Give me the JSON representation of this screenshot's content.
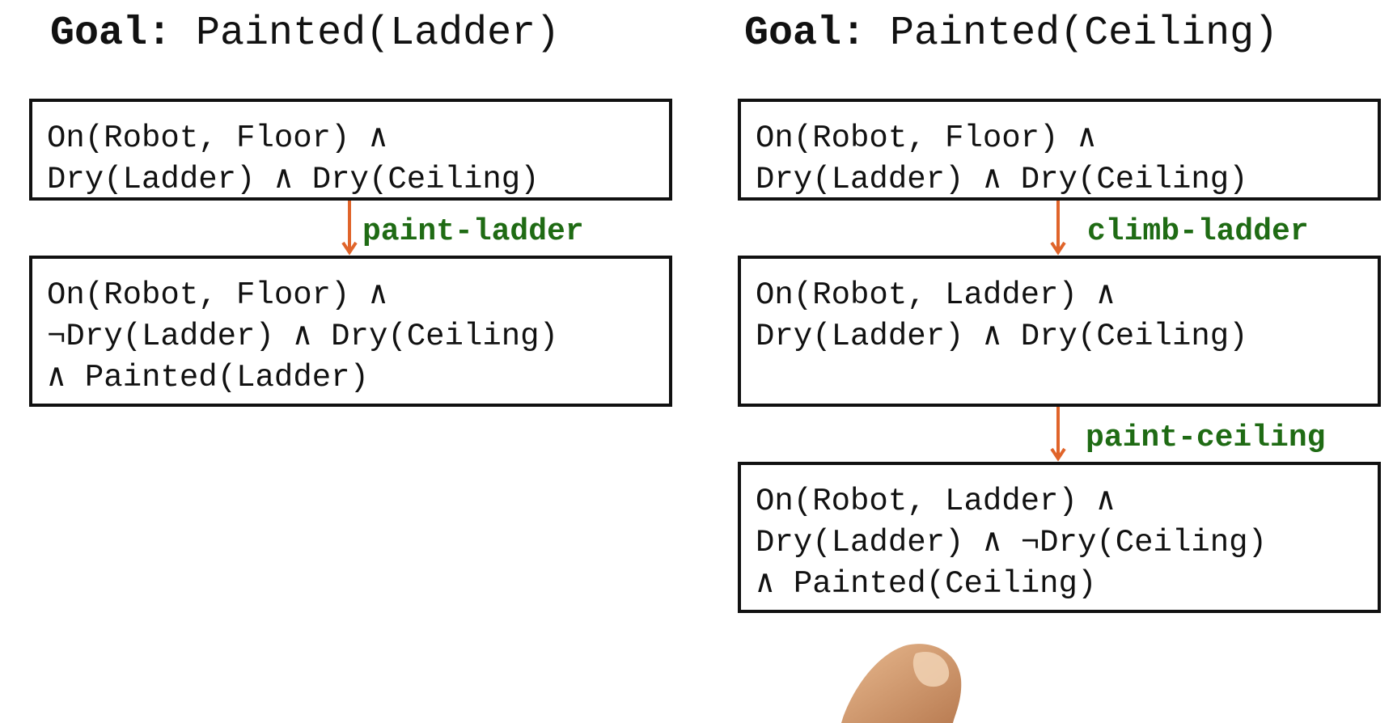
{
  "left_plan": {
    "goal_label": "Goal:",
    "goal_value": "Painted(Ladder)",
    "states": [
      {
        "lines": [
          "On(Robot, Floor) ∧",
          "Dry(Ladder) ∧ Dry(Ceiling)"
        ]
      },
      {
        "lines": [
          "On(Robot, Floor) ∧",
          "¬Dry(Ladder) ∧ Dry(Ceiling)",
          "∧ Painted(Ladder)"
        ]
      }
    ],
    "actions": [
      "paint-ladder"
    ]
  },
  "right_plan": {
    "goal_label": "Goal:",
    "goal_value": "Painted(Ceiling)",
    "states": [
      {
        "lines": [
          "On(Robot, Floor) ∧",
          "Dry(Ladder) ∧ Dry(Ceiling)"
        ]
      },
      {
        "lines": [
          "On(Robot, Ladder) ∧",
          "Dry(Ladder) ∧ Dry(Ceiling)"
        ]
      },
      {
        "lines": [
          "On(Robot, Ladder) ∧",
          "Dry(Ladder) ∧ ¬Dry(Ceiling)",
          "∧ Painted(Ceiling)"
        ]
      }
    ],
    "actions": [
      "climb-ladder",
      "paint-ceiling"
    ]
  },
  "colors": {
    "action_label": "#1f6b14",
    "arrow": "#e0642a",
    "box_border": "#111111",
    "finger_skin": "#d9a47a"
  }
}
